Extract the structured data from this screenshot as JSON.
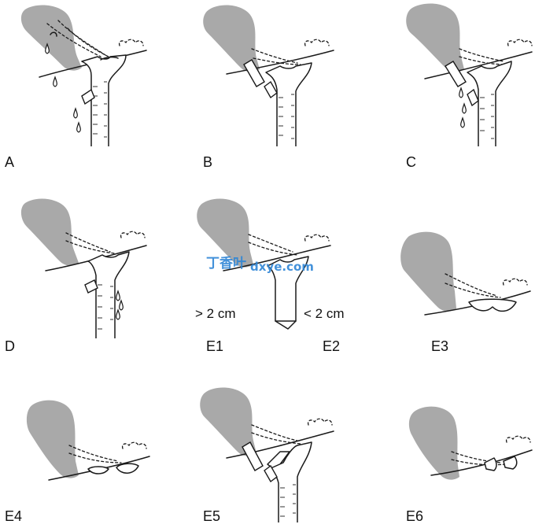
{
  "panels": [
    {
      "label": "A"
    },
    {
      "label": "B"
    },
    {
      "label": "C"
    },
    {
      "label": "D"
    },
    {
      "label": "E1",
      "measure": "> 2 cm"
    },
    {
      "label": "E2",
      "measure": "< 2 cm"
    },
    {
      "label": "E3"
    },
    {
      "label": "E4"
    },
    {
      "label": "E5"
    },
    {
      "label": "E6"
    }
  ],
  "watermark": {
    "cn": "丁香叶",
    "site": "dxye.com"
  },
  "colors": {
    "gallbladder": "#a9a9a9",
    "line": "#1a1a1a",
    "watermark": "#2f86d6"
  }
}
